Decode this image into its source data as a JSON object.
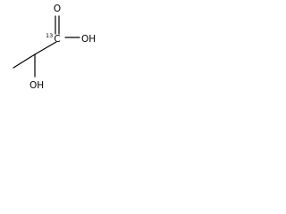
{
  "molecule": {
    "atoms": {
      "carbonyl_oxygen": "O",
      "hydroxyl_acid": "OH",
      "hydroxyl_alcohol": "OH",
      "labeled_carbon": "C",
      "isotope_mass": "13"
    },
    "colors": {
      "ink": "#000000",
      "background": "#ffffff"
    }
  }
}
